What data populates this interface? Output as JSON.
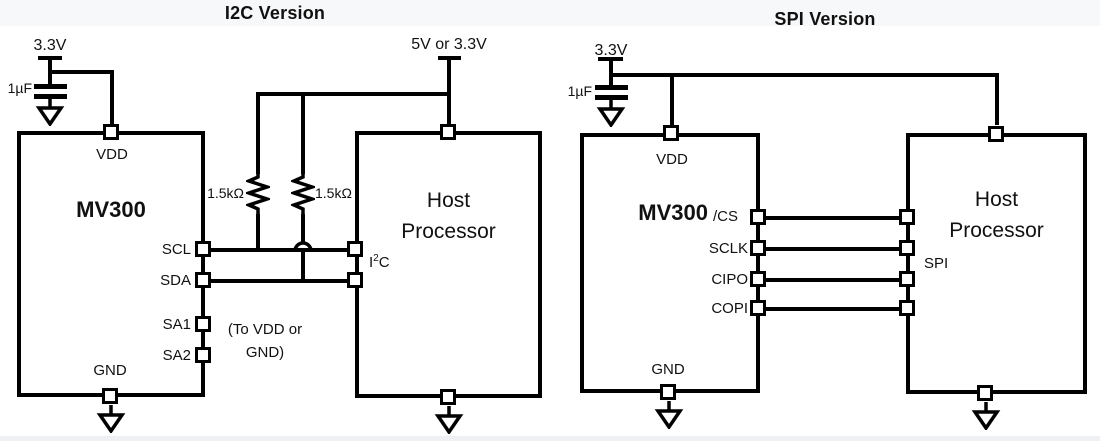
{
  "i2c": {
    "title": "I2C Version",
    "supply_chip": "3.3V",
    "cap": "1µF",
    "supply_host": "5V or 3.3V",
    "pullup_left": "1.5kΩ",
    "pullup_right": "1.5kΩ",
    "chip": {
      "name": "MV300",
      "vdd": "VDD",
      "scl": "SCL",
      "sda": "SDA",
      "sa1": "SA1",
      "sa2": "SA2",
      "gnd": "GND"
    },
    "note1": "(To VDD or",
    "note2": "GND)",
    "host": {
      "line1": "Host",
      "line2": "Processor"
    },
    "bus": {
      "base": "I",
      "sup": "2",
      "tail": "C"
    }
  },
  "spi": {
    "title": "SPI Version",
    "supply": "3.3V",
    "cap": "1µF",
    "chip": {
      "name": "MV300",
      "vdd": "VDD",
      "cs": "/CS",
      "sclk": "SCLK",
      "cipo": "CIPO",
      "copi": "COPI",
      "gnd": "GND"
    },
    "host": {
      "line1": "Host",
      "line2": "Processor",
      "bus": "SPI"
    }
  }
}
